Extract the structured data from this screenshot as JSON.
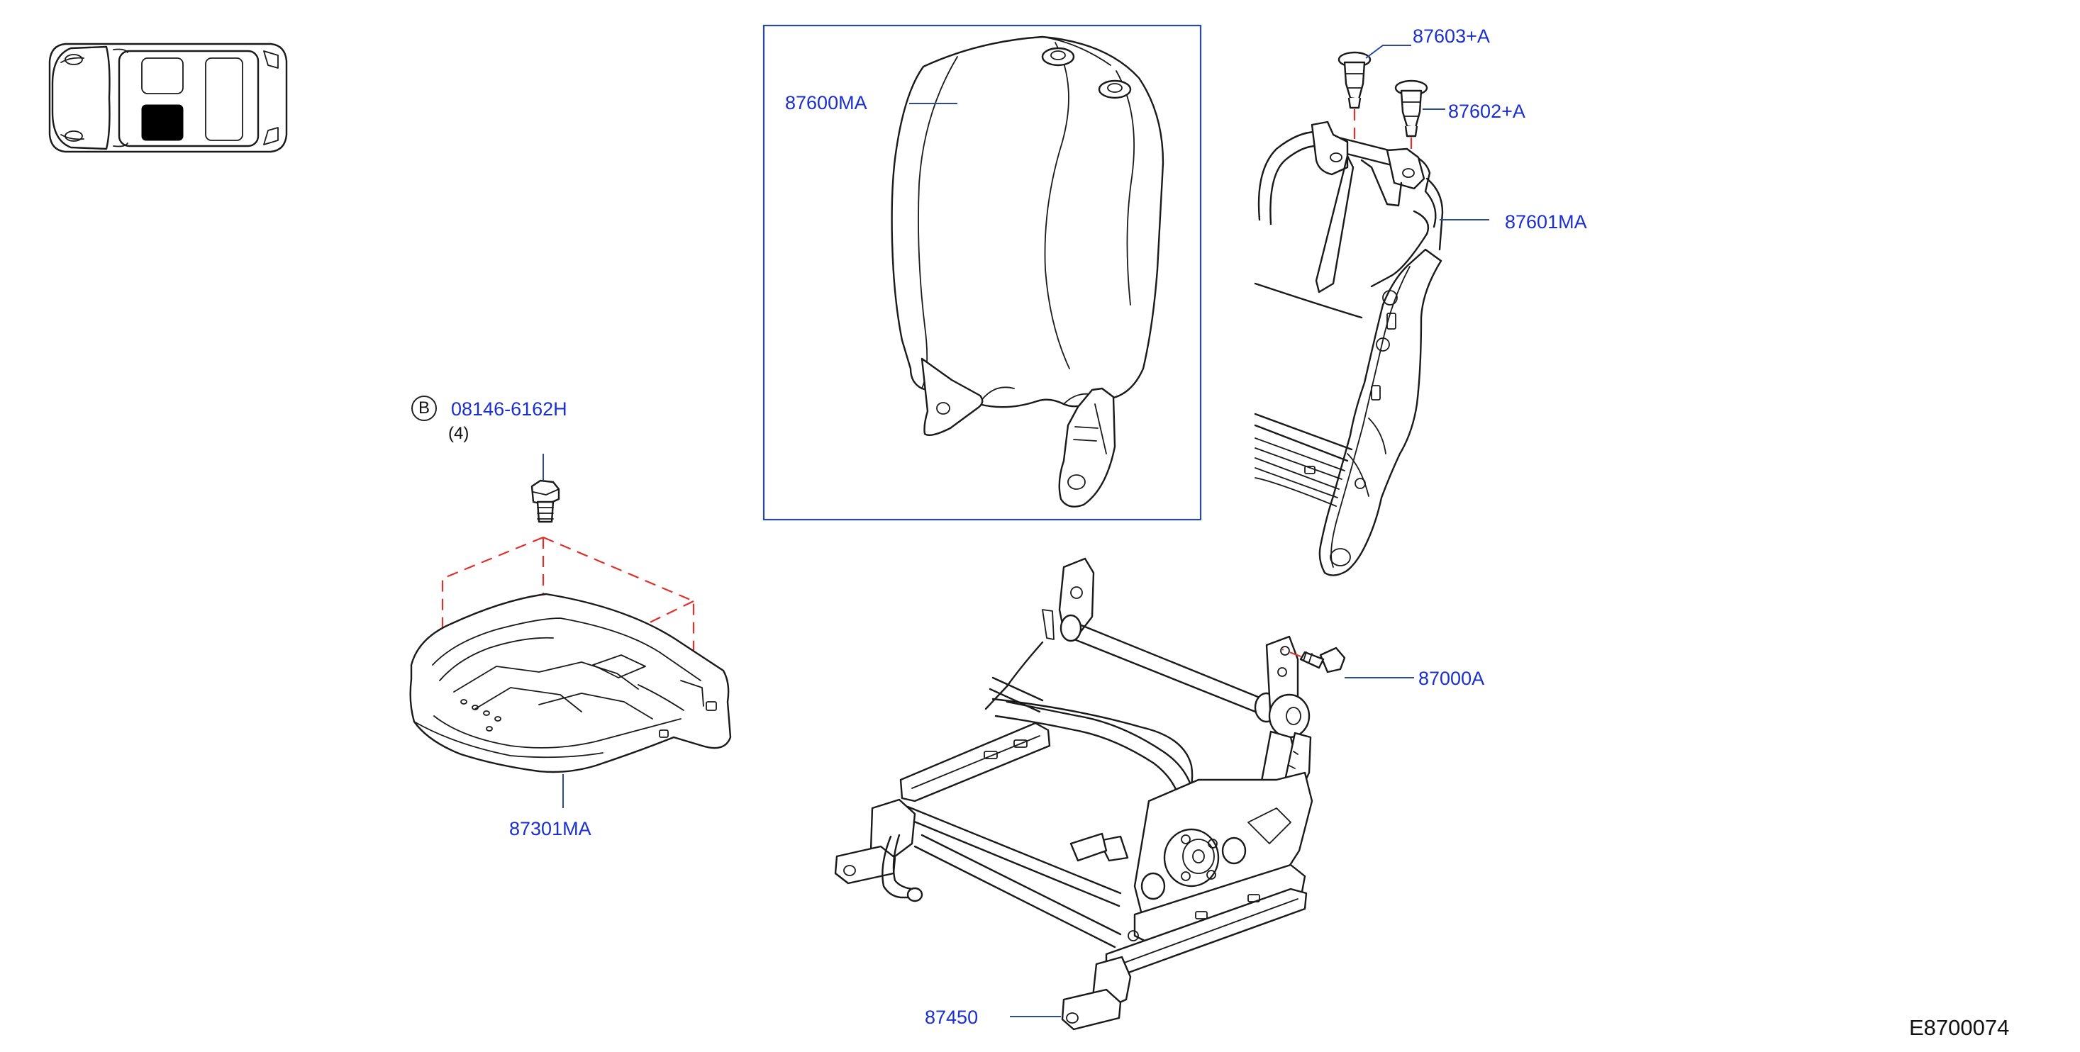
{
  "diagram": {
    "code": "E8700074",
    "colors": {
      "label": "#1a2fd0",
      "leader": "#2a4a9a",
      "dashed_guide": "#e0302a",
      "line_art": "#1a1a1a",
      "locator_highlight": "#000000"
    },
    "locator": {
      "icon": "car-top-view-icon",
      "highlighted_position": "front-passenger-seat"
    },
    "parts": [
      {
        "id": "p1",
        "number": "87600MA",
        "depiction": "seat-back-trim-cover"
      },
      {
        "id": "p2",
        "number": "87603+A",
        "depiction": "headrest-guide-lock"
      },
      {
        "id": "p3",
        "number": "87602+A",
        "depiction": "headrest-guide-free"
      },
      {
        "id": "p4",
        "number": "87601MA",
        "depiction": "seat-back-frame"
      },
      {
        "id": "p5",
        "number": "08146-6162H",
        "prefix_symbol": "B",
        "quantity": "(4)",
        "depiction": "bolt"
      },
      {
        "id": "p6",
        "number": "87301MA",
        "depiction": "seat-cushion-pad"
      },
      {
        "id": "p7",
        "number": "87000A",
        "depiction": "bolt"
      },
      {
        "id": "p8",
        "number": "87450",
        "depiction": "seat-cushion-frame-and-adjuster"
      }
    ]
  }
}
